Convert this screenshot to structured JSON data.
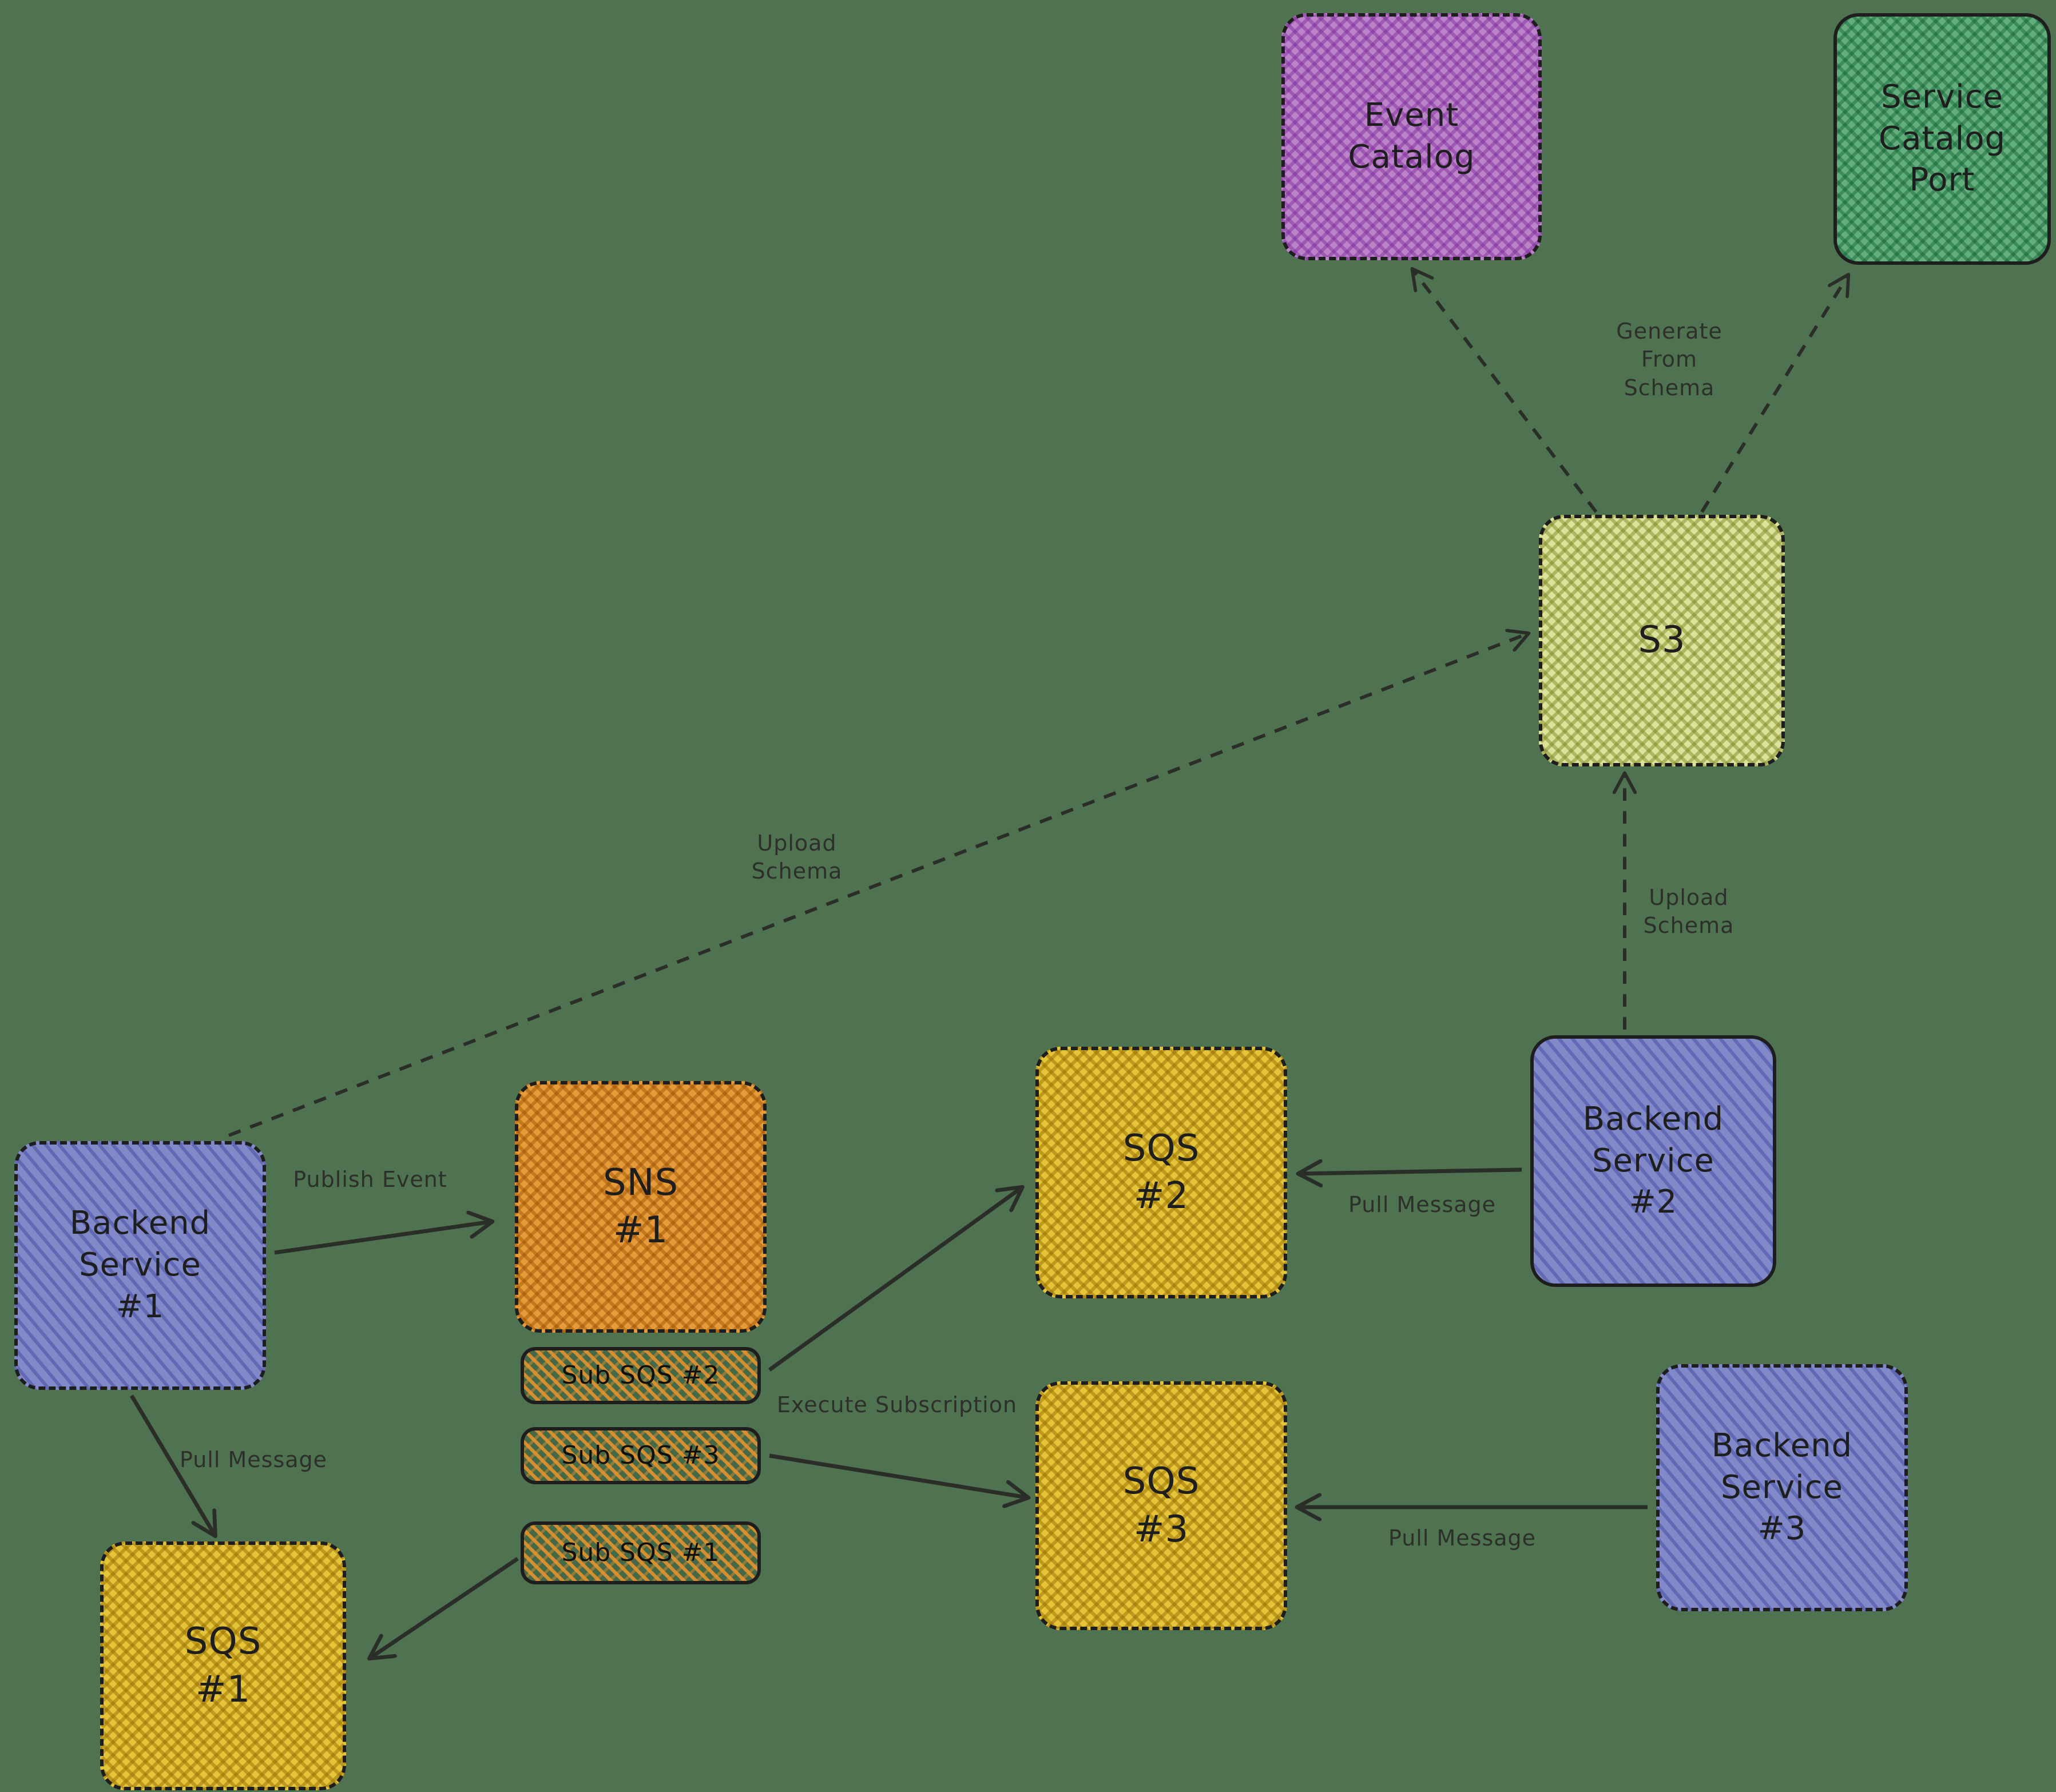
{
  "diagram": {
    "colors": {
      "background": "#4f7350",
      "backend_service_fill": "#8289c9",
      "event_catalog_fill": "#bb84c8",
      "service_catalog_port_fill": "#63ae7c",
      "s3_fill": "#dde29a",
      "sns_fill": "#e79a38",
      "sqs_fill": "#e4c53a",
      "stroke": "#1e1e1e"
    },
    "nodes": {
      "event_catalog": {
        "label": "Event\nCatalog"
      },
      "service_catalog_port": {
        "label": "Service\nCatalog\nPort"
      },
      "s3": {
        "label": "S3"
      },
      "backend_service_1": {
        "label": "Backend\nService\n#1"
      },
      "backend_service_2": {
        "label": "Backend\nService\n#2"
      },
      "backend_service_3": {
        "label": "Backend\nService\n#3"
      },
      "sns_1": {
        "label": "SNS\n#1"
      },
      "sub_sqs_2": {
        "label": "Sub SQS #2"
      },
      "sub_sqs_3": {
        "label": "Sub SQS #3"
      },
      "sub_sqs_1": {
        "label": "Sub SQS #1"
      },
      "sqs_1": {
        "label": "SQS\n#1"
      },
      "sqs_2": {
        "label": "SQS\n#2"
      },
      "sqs_3": {
        "label": "SQS\n#3"
      }
    },
    "edge_labels": {
      "generate_from_schema": "Generate\nFrom\nSchema",
      "upload_schema_right": "Upload\nSchema",
      "upload_schema_left": "Upload\nSchema",
      "publish_event": "Publish Event",
      "pull_message_1": "Pull Message",
      "execute_subscription": "Execute Subscription",
      "pull_message_2": "Pull Message",
      "pull_message_3": "Pull Message"
    }
  }
}
